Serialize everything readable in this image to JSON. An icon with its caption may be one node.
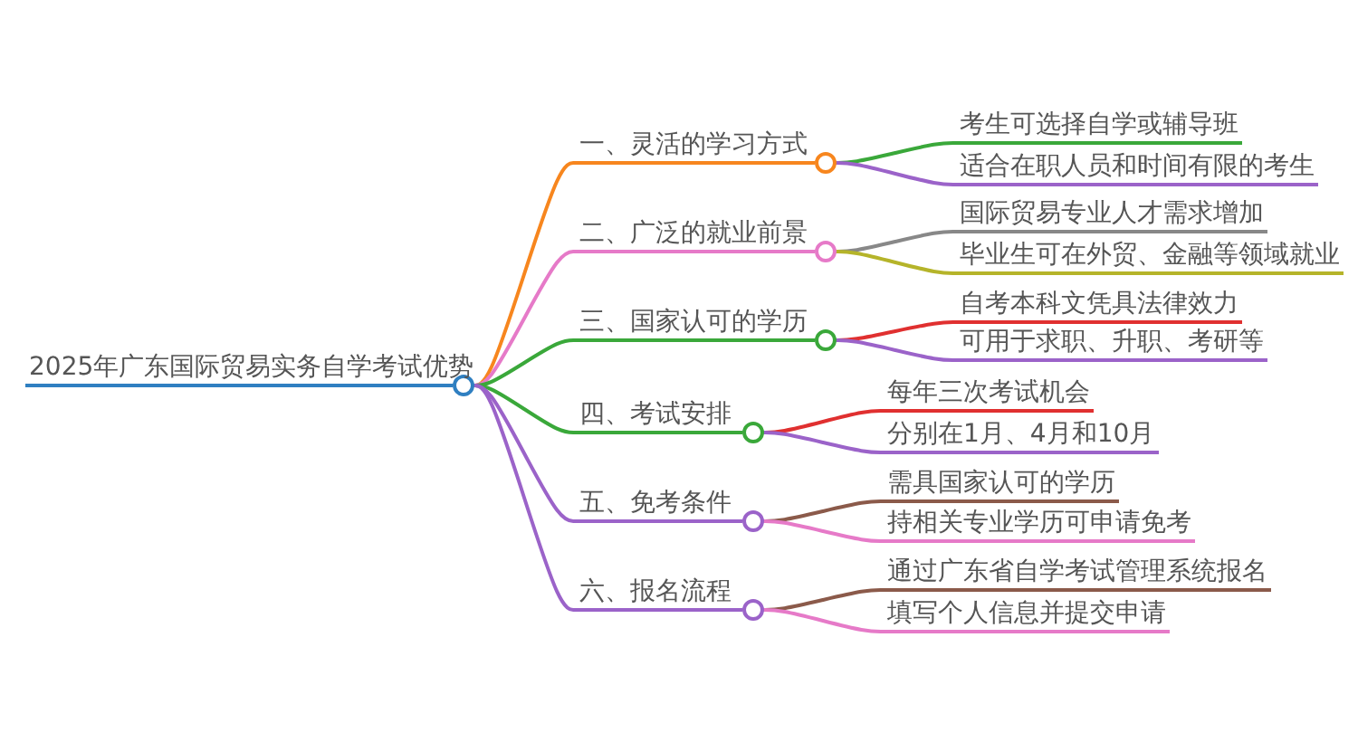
{
  "diagram": {
    "nodes": [
      {
        "text": [
          "2025年广东国际贸易实务自学考试优势"
        ]
      },
      {
        "text": [
          "一、灵活的学习方式"
        ]
      },
      {
        "text": [
          "考生可选择自学或辅导班"
        ]
      },
      {
        "text": [
          "适合在职人员和时间有限的考生"
        ]
      },
      {
        "text": [
          "二、广泛的就业前景"
        ]
      },
      {
        "text": [
          "国际贸易专业人才需求增加"
        ]
      },
      {
        "text": [
          "毕业生可在外贸、金融等领域就业"
        ]
      },
      {
        "text": [
          "三、国家认可的学历"
        ]
      },
      {
        "text": [
          "自考本科文凭具法律效力"
        ]
      },
      {
        "text": [
          "可用于求职、升职、考研等"
        ]
      },
      {
        "text": [
          "四、考试安排"
        ]
      },
      {
        "text": [
          "每年三次考试机会"
        ]
      },
      {
        "text": [
          "分别在1月、4月和10月"
        ]
      },
      {
        "text": [
          "五、免考条件"
        ]
      },
      {
        "text": [
          "需具国家认可的学历"
        ]
      },
      {
        "text": [
          "持相关专业学历可申请免考"
        ]
      },
      {
        "text": [
          "六、报名流程"
        ]
      },
      {
        "text": [
          "通过广东省自学考试管理系统报名"
        ]
      },
      {
        "text": [
          "填写个人信息并提交申请"
        ]
      }
    ],
    "edges": [
      {
        "from": 0,
        "to": 1,
        "arrow": "none",
        "color": "#f7861e"
      },
      {
        "from": 0,
        "to": 4,
        "arrow": "none",
        "color": "#e67ac8"
      },
      {
        "from": 0,
        "to": 7,
        "arrow": "none",
        "color": "#3aa83a"
      },
      {
        "from": 0,
        "to": 10,
        "arrow": "none",
        "color": "#3aa83a"
      },
      {
        "from": 0,
        "to": 13,
        "arrow": "none",
        "color": "#9b63c9"
      },
      {
        "from": 0,
        "to": 16,
        "arrow": "none",
        "color": "#9b63c9"
      },
      {
        "from": 1,
        "to": 2,
        "arrow": "none",
        "color": "#3aa83a"
      },
      {
        "from": 1,
        "to": 3,
        "arrow": "none",
        "color": "#9b63c9"
      },
      {
        "from": 4,
        "to": 5,
        "arrow": "none",
        "color": "#888888"
      },
      {
        "from": 4,
        "to": 6,
        "arrow": "none",
        "color": "#b5b42a"
      },
      {
        "from": 7,
        "to": 8,
        "arrow": "none",
        "color": "#e03030"
      },
      {
        "from": 7,
        "to": 9,
        "arrow": "none",
        "color": "#9b63c9"
      },
      {
        "from": 10,
        "to": 11,
        "arrow": "none",
        "color": "#e03030"
      },
      {
        "from": 10,
        "to": 12,
        "arrow": "none",
        "color": "#9b63c9"
      },
      {
        "from": 13,
        "to": 14,
        "arrow": "none",
        "color": "#8b5a4a"
      },
      {
        "from": 13,
        "to": 15,
        "arrow": "none",
        "color": "#e67ac8"
      },
      {
        "from": 16,
        "to": 17,
        "arrow": "none",
        "color": "#8b5a4a"
      },
      {
        "from": 16,
        "to": 18,
        "arrow": "none",
        "color": "#e67ac8"
      }
    ]
  }
}
